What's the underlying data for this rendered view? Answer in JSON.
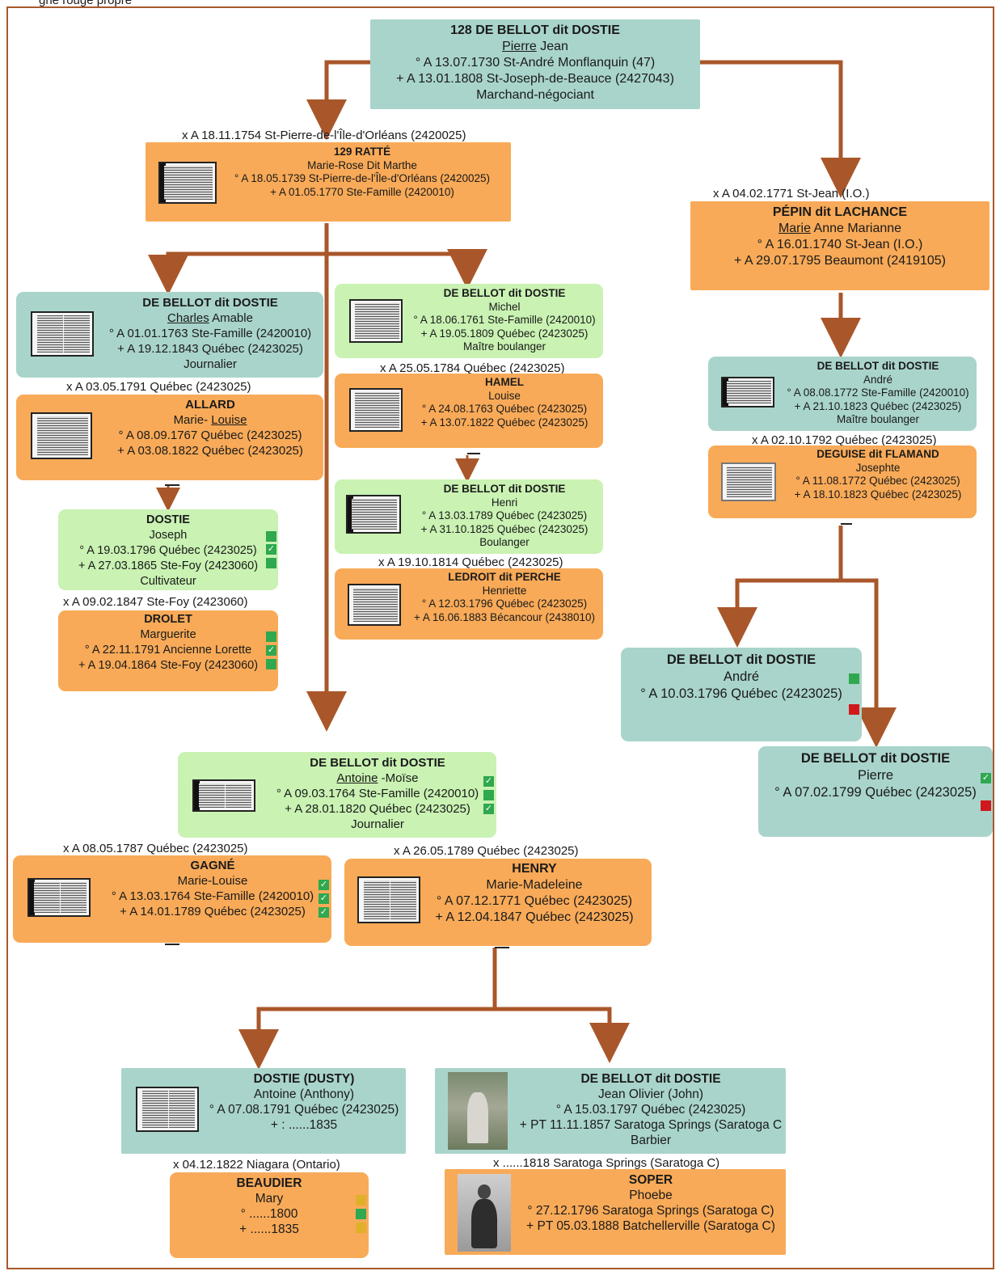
{
  "header": {
    "cut_text": "gne rouge propre"
  },
  "cards": [
    {
      "id": "p128",
      "name": "128 DE BELLOT dit DOSTIE",
      "given_u": "Pierre",
      "given_rest": " Jean",
      "birth": "° A 13.07.1730 St-André Monflanquin (47)",
      "death": "+ A 13.01.1808 St-Joseph-de-Beauce (2427043)",
      "occupation": "Marchand-négociant"
    },
    {
      "id": "p129",
      "name": "129 RATTÉ",
      "given_u": "",
      "given_rest": "Marie-Rose Dit Marthe",
      "birth": "° A 18.05.1739 St-Pierre-de-l'Île-d'Orléans (2420025)",
      "death": "+ A 01.05.1770 Ste-Famille (2420010)",
      "occupation": ""
    },
    {
      "id": "pepin",
      "name": "PÉPIN dit LACHANCE",
      "given_u": "Marie",
      "given_rest": " Anne Marianne",
      "birth": "° A 16.01.1740 St-Jean (I.O.)",
      "death": "+ A 29.07.1795 Beaumont (2419105)",
      "occupation": ""
    },
    {
      "id": "charles",
      "name": "DE BELLOT dit DOSTIE",
      "given_u": "Charles",
      "given_rest": " Amable",
      "birth": "° A 01.01.1763 Ste-Famille (2420010)",
      "death": "+ A 19.12.1843 Québec (2423025)",
      "occupation": "Journalier"
    },
    {
      "id": "allard",
      "name": "ALLARD",
      "given_u": "Louise",
      "given_rest": "Marie- ",
      "birth": "° A 08.09.1767 Québec (2423025)",
      "death": "+ A 03.08.1822 Québec (2423025)",
      "occupation": ""
    },
    {
      "id": "michel",
      "name": "DE BELLOT dit DOSTIE",
      "given_u": "",
      "given_rest": "Michel",
      "birth": "° A 18.06.1761 Ste-Famille (2420010)",
      "death": "+ A 19.05.1809 Québec (2423025)",
      "occupation": "Maître boulanger"
    },
    {
      "id": "hamel",
      "name": "HAMEL",
      "given_u": "",
      "given_rest": "Louise",
      "birth": "° A 24.08.1763 Québec (2423025)",
      "death": "+ A 13.07.1822 Québec (2423025)",
      "occupation": ""
    },
    {
      "id": "andre1",
      "name": "DE BELLOT dit DOSTIE",
      "given_u": "",
      "given_rest": "André",
      "birth": "° A 08.08.1772 Ste-Famille (2420010)",
      "death": "+ A 21.10.1823 Québec (2423025)",
      "occupation": "Maître boulanger"
    },
    {
      "id": "deguise",
      "name": "DEGUISE dit FLAMAND",
      "given_u": "",
      "given_rest": "Josephte",
      "birth": "° A 11.08.1772 Québec (2423025)",
      "death": "+ A 18.10.1823 Québec (2423025)",
      "occupation": ""
    },
    {
      "id": "joseph",
      "name": "DOSTIE",
      "given_u": "",
      "given_rest": "Joseph",
      "birth": "° A 19.03.1796 Québec (2423025)",
      "death": "+ A 27.03.1865 Ste-Foy (2423060)",
      "occupation": "Cultivateur"
    },
    {
      "id": "drolet",
      "name": "DROLET",
      "given_u": "",
      "given_rest": "Marguerite",
      "birth": "° A 22.11.1791 Ancienne Lorette",
      "death": "+ A 19.04.1864 Ste-Foy (2423060)",
      "occupation": ""
    },
    {
      "id": "henri",
      "name": "DE BELLOT dit DOSTIE",
      "given_u": "",
      "given_rest": "Henri",
      "birth": "° A 13.03.1789 Québec (2423025)",
      "death": "+ A 31.10.1825 Québec (2423025)",
      "occupation": "Boulanger"
    },
    {
      "id": "ledroit",
      "name": "LEDROIT dit PERCHE",
      "given_u": "",
      "given_rest": "Henriette",
      "birth": "° A 12.03.1796 Québec (2423025)",
      "death": "+ A 16.06.1883 Bécancour (2438010)",
      "occupation": ""
    },
    {
      "id": "andre2",
      "name": "DE BELLOT dit DOSTIE",
      "given_u": "",
      "given_rest": "André",
      "birth": "° A 10.03.1796 Québec (2423025)",
      "death": "",
      "occupation": ""
    },
    {
      "id": "pierre2",
      "name": "DE BELLOT dit DOSTIE",
      "given_u": "",
      "given_rest": "Pierre",
      "birth": "° A 07.02.1799 Québec (2423025)",
      "death": "",
      "occupation": ""
    },
    {
      "id": "antoine",
      "name": "DE BELLOT dit DOSTIE",
      "given_u": "Antoine",
      "given_rest": " -Moïse",
      "birth": "° A 09.03.1764 Ste-Famille (2420010)",
      "death": "+ A 28.01.1820 Québec (2423025)",
      "occupation": "Journalier"
    },
    {
      "id": "gagne",
      "name": "GAGNÉ",
      "given_u": "",
      "given_rest": "Marie-Louise",
      "birth": "° A 13.03.1764 Ste-Famille (2420010)",
      "death": "+ A 14.01.1789 Québec (2423025)",
      "occupation": ""
    },
    {
      "id": "henry",
      "name": "HENRY",
      "given_u": "",
      "given_rest": "Marie-Madeleine",
      "birth": "° A 07.12.1771 Québec (2423025)",
      "death": "+ A 12.04.1847 Québec (2423025)",
      "occupation": ""
    },
    {
      "id": "dusty",
      "name": "DOSTIE (DUSTY)",
      "given_u": "",
      "given_rest": "Antoine (Anthony)",
      "birth": "° A 07.08.1791 Québec (2423025)",
      "death": "+ : ......1835",
      "occupation": ""
    },
    {
      "id": "beaudier",
      "name": "BEAUDIER",
      "given_u": "",
      "given_rest": "Mary",
      "birth": "° ......1800",
      "death": "+ ......1835",
      "occupation": ""
    },
    {
      "id": "jean",
      "name": "DE BELLOT dit DOSTIE",
      "given_u": "",
      "given_rest": "Jean Olivier (John)",
      "birth": "° A 15.03.1797 Québec (2423025)",
      "death": "+ PT 11.11.1857 Saratoga Springs (Saratoga C",
      "occupation": "Barbier"
    },
    {
      "id": "soper",
      "name": "SOPER",
      "given_u": "",
      "given_rest": "Phoebe",
      "birth": "° 27.12.1796 Saratoga Springs (Saratoga C)",
      "death": "+ PT 05.03.1888 Batchellerville (Saratoga C)",
      "occupation": ""
    }
  ],
  "marriages": {
    "m1": "x A 18.11.1754 St-Pierre-de-l'Île-d'Orléans (2420025)",
    "m2": "x A 04.02.1771 St-Jean (I.O.)",
    "m3": "x A 03.05.1791 Québec (2423025)",
    "m4": "x A 25.05.1784 Québec (2423025)",
    "m5": "x A 02.10.1792 Québec (2423025)",
    "m6": "x A 09.02.1847 Ste-Foy (2423060)",
    "m7": "x A 19.10.1814 Québec (2423025)",
    "m8": "x A 08.05.1787 Québec (2423025)",
    "m9": "x A 26.05.1789 Québec (2423025)",
    "m10": "x 04.12.1822 Niagara (Ontario)",
    "m11": "x ......1818 Saratoga Springs (Saratoga C)"
  },
  "colors": {
    "teal": "#a9d4cb",
    "orange": "#f8aa58",
    "green": "#c9f2b3",
    "connector": "#a9572a",
    "status_green": "#2fa84f",
    "status_red": "#d0181d",
    "status_yellow": "#e0b02a"
  },
  "icons": {
    "document": "scanned-document-icon",
    "grave": "gravestone-photo",
    "portrait": "portrait-photo",
    "check": "check-icon"
  }
}
